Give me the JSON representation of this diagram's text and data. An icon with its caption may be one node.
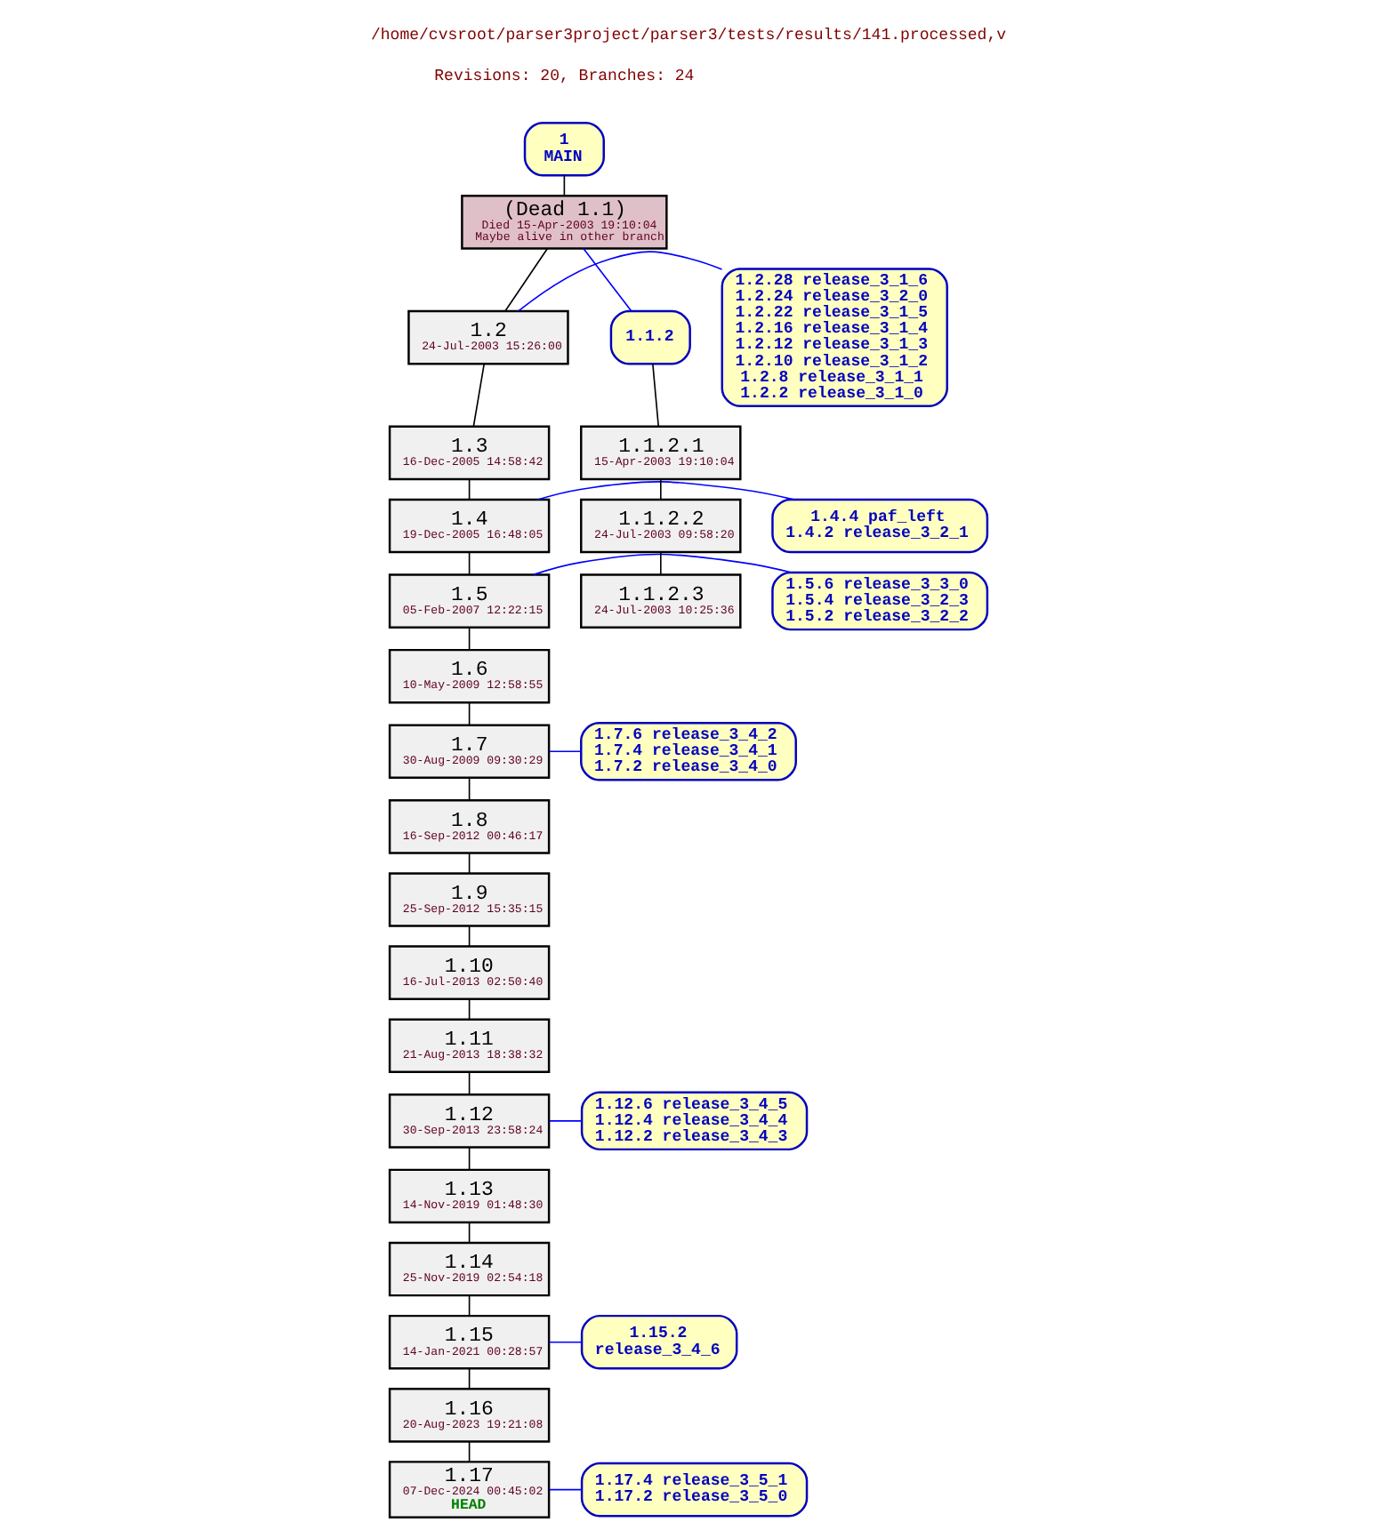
{
  "diagram": {
    "title": "/home/cvsroot/parser3project/parser3/tests/results/141.processed,v",
    "nodes": [
      {
        "text": [
          "1",
          "MAIN"
        ]
      },
      {
        "text": [
          "(Dead 1.1)",
          "Died 15-Apr-2003 19:10:04",
          "Maybe alive in other branch"
        ]
      },
      {
        "text": [
          "1.2",
          "24-Jul-2003 15:26:00"
        ]
      },
      {
        "text": [
          "1.3",
          "16-Dec-2005 14:58:42"
        ]
      },
      {
        "text": [
          "1.4",
          "19-Dec-2005 16:48:05"
        ]
      },
      {
        "text": [
          "1.5",
          "05-Feb-2007 12:22:15"
        ]
      },
      {
        "text": [
          "1.6",
          "10-May-2009 12:58:55"
        ]
      },
      {
        "text": [
          "1.7",
          "30-Aug-2009 09:30:29"
        ]
      },
      {
        "text": [
          "1.8",
          "16-Sep-2012 00:46:17"
        ]
      },
      {
        "text": [
          "1.9",
          "25-Sep-2012 15:35:15"
        ]
      },
      {
        "text": [
          "1.10",
          "16-Jul-2013 02:50:40"
        ]
      },
      {
        "text": [
          "1.11",
          "21-Aug-2013 18:38:32"
        ]
      },
      {
        "text": [
          "1.12",
          "30-Sep-2013 23:58:24"
        ]
      },
      {
        "text": [
          "1.13",
          "14-Nov-2019 01:48:30"
        ]
      },
      {
        "text": [
          "1.14",
          "25-Nov-2019 02:54:18"
        ]
      },
      {
        "text": [
          "1.15",
          "14-Jan-2021 00:28:57"
        ]
      },
      {
        "text": [
          "1.16",
          "20-Aug-2023 19:21:08"
        ]
      },
      {
        "text": [
          "1.17",
          "07-Dec-2024 00:45:02",
          "HEAD"
        ]
      },
      {
        "text": [
          "1.1.2"
        ]
      },
      {
        "text": [
          "1.1.2.1",
          "15-Apr-2003 19:10:04"
        ]
      },
      {
        "text": [
          "1.1.2.2",
          "24-Jul-2003 09:58:20"
        ]
      },
      {
        "text": [
          "1.1.2.3",
          "24-Jul-2003 10:25:36"
        ]
      },
      {
        "text": [
          "1.2.28 release_3_1_6",
          "1.2.24 release_3_2_0",
          "1.2.22 release_3_1_5",
          "1.2.16 release_3_1_4",
          "1.2.12 release_3_1_3",
          "1.2.10 release_3_1_2",
          "1.2.8 release_3_1_1",
          "1.2.2 release_3_1_0"
        ]
      },
      {
        "text": [
          "1.4.4 paf_left",
          "1.4.2 release_3_2_1"
        ]
      },
      {
        "text": [
          "1.5.6 release_3_3_0",
          "1.5.4 release_3_2_3",
          "1.5.2 release_3_2_2"
        ]
      },
      {
        "text": [
          "1.7.6 release_3_4_2",
          "1.7.4 release_3_4_1",
          "1.7.2 release_3_4_0"
        ]
      },
      {
        "text": [
          "1.12.6 release_3_4_5",
          "1.12.4 release_3_4_4",
          "1.12.2 release_3_4_3"
        ]
      },
      {
        "text": [
          "1.15.2",
          "release_3_4_6"
        ]
      },
      {
        "text": [
          "1.17.4 release_3_5_1",
          "1.17.2 release_3_5_0"
        ]
      }
    ],
    "edges": [
      {
        "from": 0,
        "to": 1,
        "arrow": "none"
      },
      {
        "from": 1,
        "to": 2,
        "arrow": "none"
      },
      {
        "from": 2,
        "to": 3,
        "arrow": "none"
      },
      {
        "from": 3,
        "to": 4,
        "arrow": "none"
      },
      {
        "from": 4,
        "to": 5,
        "arrow": "none"
      },
      {
        "from": 5,
        "to": 6,
        "arrow": "none"
      },
      {
        "from": 6,
        "to": 7,
        "arrow": "none"
      },
      {
        "from": 7,
        "to": 8,
        "arrow": "none"
      },
      {
        "from": 8,
        "to": 9,
        "arrow": "none"
      },
      {
        "from": 9,
        "to": 10,
        "arrow": "none"
      },
      {
        "from": 10,
        "to": 11,
        "arrow": "none"
      },
      {
        "from": 11,
        "to": 12,
        "arrow": "none"
      },
      {
        "from": 12,
        "to": 13,
        "arrow": "none"
      },
      {
        "from": 13,
        "to": 14,
        "arrow": "none"
      },
      {
        "from": 14,
        "to": 15,
        "arrow": "none"
      },
      {
        "from": 15,
        "to": 16,
        "arrow": "none"
      },
      {
        "from": 16,
        "to": 17,
        "arrow": "none"
      },
      {
        "from": 1,
        "to": 18,
        "arrow": "none",
        "color": "#0000ff"
      },
      {
        "from": 18,
        "to": 19,
        "arrow": "none"
      },
      {
        "from": 19,
        "to": 20,
        "arrow": "none"
      },
      {
        "from": 20,
        "to": 21,
        "arrow": "none"
      },
      {
        "from": 2,
        "to": 22,
        "arrow": "none",
        "color": "#0000ff"
      },
      {
        "from": 4,
        "to": 23,
        "arrow": "none",
        "color": "#0000ff"
      },
      {
        "from": 5,
        "to": 24,
        "arrow": "none",
        "color": "#0000ff"
      },
      {
        "from": 7,
        "to": 25,
        "arrow": "none",
        "color": "#0000ff"
      },
      {
        "from": 12,
        "to": 26,
        "arrow": "none",
        "color": "#0000ff"
      },
      {
        "from": 15,
        "to": 27,
        "arrow": "none",
        "color": "#0000ff"
      },
      {
        "from": 17,
        "to": 28,
        "arrow": "none",
        "color": "#0000ff"
      }
    ],
    "labels": [
      "Revisions: 20, Branches: 24"
    ]
  }
}
